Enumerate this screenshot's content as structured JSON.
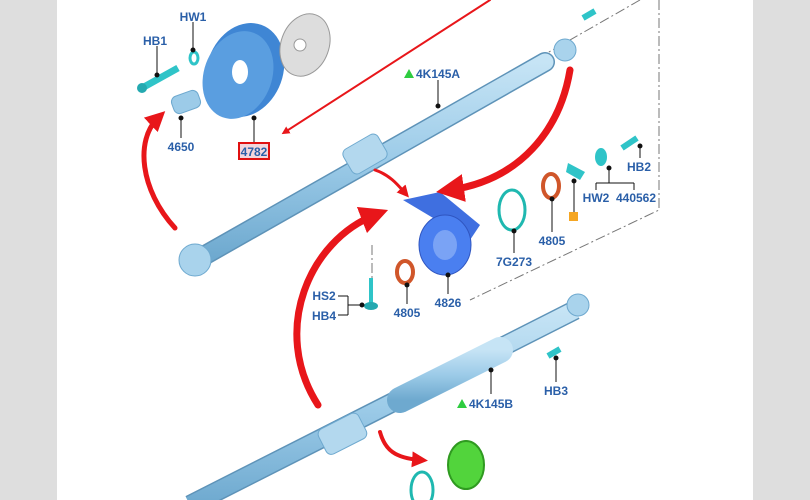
{
  "callouts": {
    "hw1": "HW1",
    "hb1": "HB1",
    "p4650": "4650",
    "p4782": "4782",
    "p4k145a": "4K145A",
    "hb2": "HB2",
    "hw2": "HW2",
    "p440562": "440562",
    "p4805a": "4805",
    "p7g273": "7G273",
    "p4826": "4826",
    "p4805b": "4805",
    "hs2": "HS2",
    "hb4": "HB4",
    "hb3": "HB3",
    "p4k145b": "4K145B"
  },
  "colors": {
    "shaft": "#9ccbe8",
    "coupling": "#5a9ee0",
    "bearing": "#3f6fe0",
    "hardware": "#2fc4c8",
    "seal": "#d0562a",
    "arrow": "#e8161a",
    "label": "#2a5fa8",
    "new_marker": "#2ecc40",
    "highlight": "#e01010",
    "note_marker": "#f5a623"
  }
}
